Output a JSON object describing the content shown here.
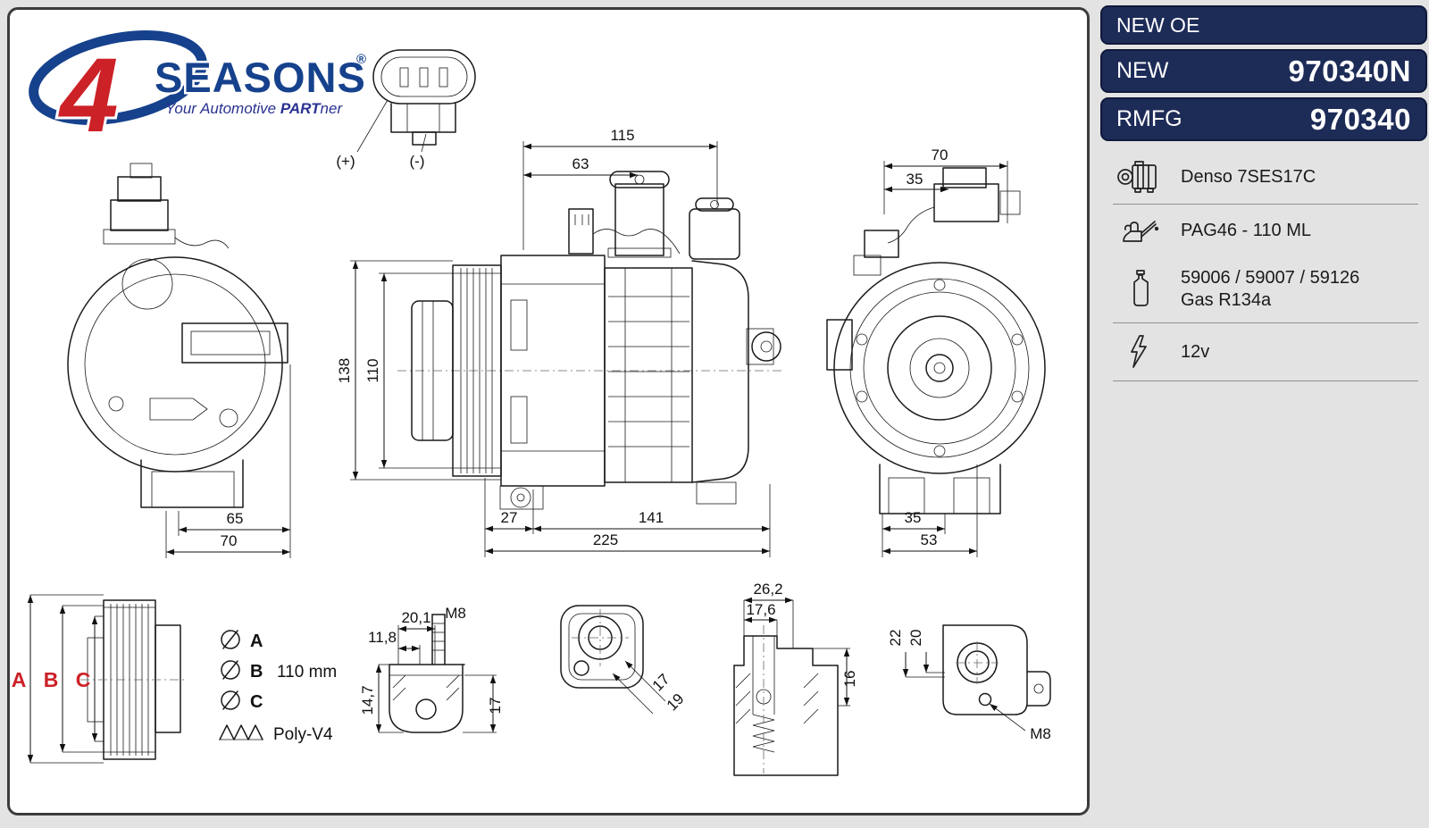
{
  "brand": {
    "numeral": "4",
    "wordmark": "SEASONS",
    "registered": "®",
    "tagline_pre": "Your Automotive ",
    "tagline_bold": "PART",
    "tagline_post": "ner",
    "colors": {
      "red": "#cc2127",
      "blue": "#16418c",
      "navy": "#1d2b57"
    }
  },
  "panel": {
    "header": "NEW OE",
    "new": {
      "label": "NEW",
      "value": "970340N"
    },
    "rmfg": {
      "label": "RMFG",
      "value": "970340"
    },
    "specs": [
      {
        "icon": "compressor-icon",
        "lines": [
          "Denso 7SES17C"
        ]
      },
      {
        "icon": "oil-can-icon",
        "lines": [
          "PAG46 - 110 ML"
        ]
      },
      {
        "icon": "oil-bottle-icon",
        "lines": [
          "59006 / 59007 / 59126",
          "Gas R134a"
        ]
      },
      {
        "icon": "voltage-icon",
        "lines": [
          "12v"
        ]
      }
    ]
  },
  "dims": {
    "connector": {
      "plus": "(+)",
      "minus": "(-)"
    },
    "left_view": {
      "d65": "65",
      "d70": "70"
    },
    "front_view": {
      "d115": "115",
      "d63": "63",
      "d138": "138",
      "d110": "110",
      "d27": "27",
      "d141": "141",
      "d225": "225"
    },
    "right_view": {
      "d70": "70",
      "d35_top": "35",
      "d35_bottom": "35",
      "d53": "53"
    },
    "pulley": {
      "a": "A",
      "b": "B",
      "c": "C"
    },
    "lug": {
      "d20_1": "20,1",
      "d11_8": "11,8",
      "m8": "M8",
      "d14_7": "14,7",
      "d17": "17"
    },
    "port": {
      "d17": "17",
      "d19": "19"
    },
    "valve": {
      "d26_2": "26,2",
      "d17_6": "17,6",
      "d16": "16"
    },
    "fitting": {
      "d22": "22",
      "d20": "20",
      "m8": "M8"
    }
  },
  "legend": {
    "rows": [
      {
        "icon": "diameter-icon",
        "label": "A",
        "value": ""
      },
      {
        "icon": "diameter-icon",
        "label": "B",
        "value": "110 mm"
      },
      {
        "icon": "diameter-icon",
        "label": "C",
        "value": ""
      },
      {
        "icon": "belt-profile-icon",
        "label": "Poly-V4",
        "value": ""
      }
    ]
  }
}
